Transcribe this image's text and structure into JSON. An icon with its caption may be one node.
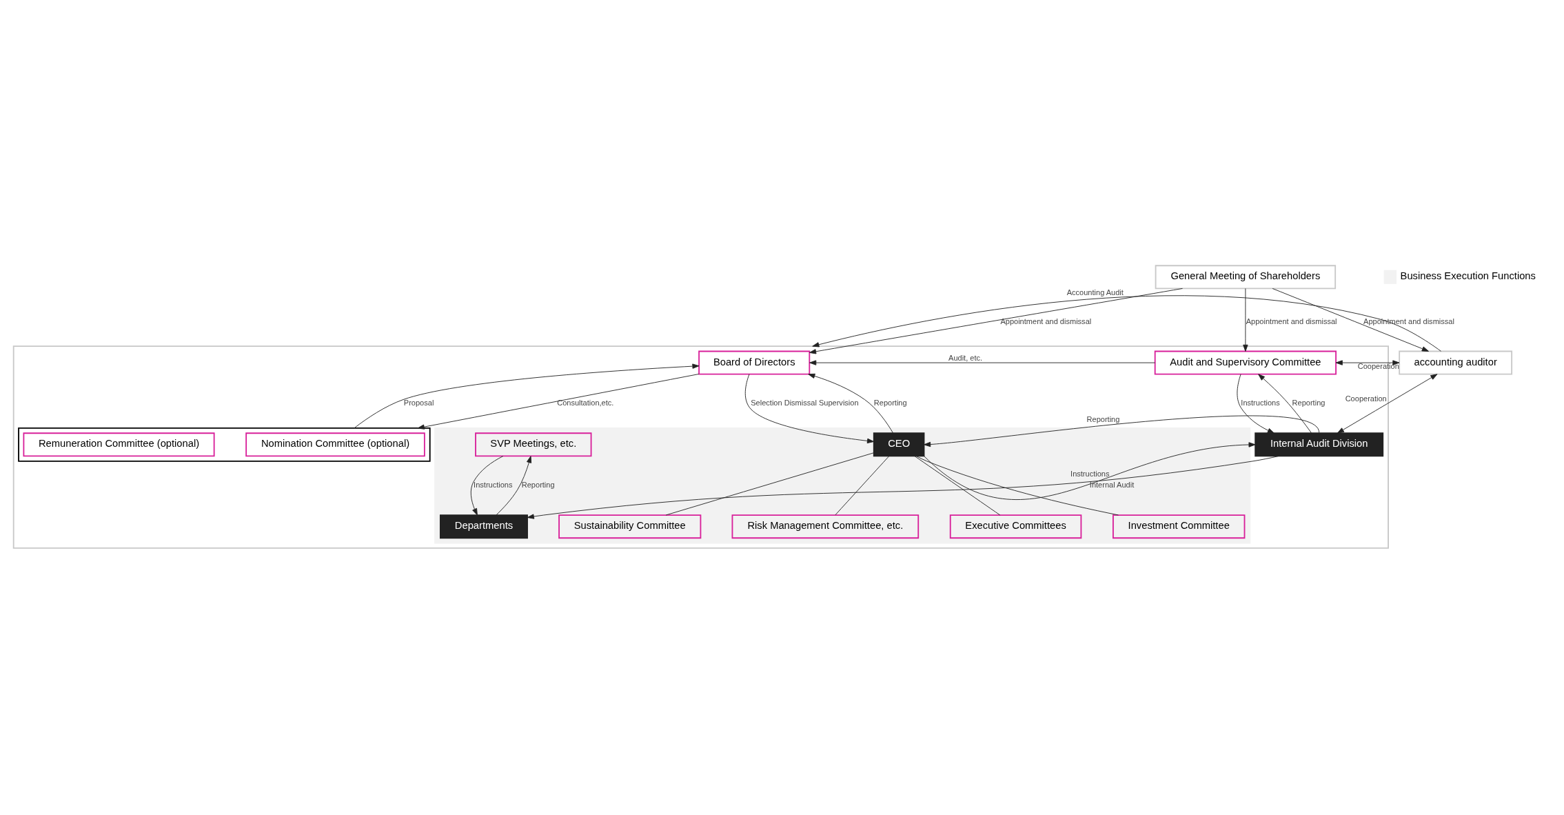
{
  "diagram": {
    "nodes": [
      {
        "text": [
          "General Meeting of Shareholders"
        ]
      },
      {
        "text": [],
        "shape": "box"
      },
      {
        "text": [
          "Board of Directors"
        ],
        "in": 1
      },
      {
        "text": [
          "Audit and Supervisory Committee"
        ],
        "in": 1
      },
      {
        "text": [],
        "shape": "box",
        "in": 1
      },
      {
        "text": [
          "Nomination Committee (optional)"
        ],
        "in": 4
      },
      {
        "text": [
          "Remuneration Committee (optional)"
        ],
        "in": 4
      },
      {
        "text": [],
        "shape": "box",
        "in": 1
      },
      {
        "text": [
          "Executive Committees"
        ],
        "in": 7
      },
      {
        "text": [
          "Investment Committee"
        ],
        "in": 7
      },
      {
        "text": [
          "Sustainability Committee"
        ],
        "in": 7
      },
      {
        "text": [
          "Risk Management Committee, etc."
        ],
        "in": 7
      },
      {
        "text": [
          "CEO"
        ],
        "in": 7
      },
      {
        "text": [
          "SVP Meetings, etc."
        ],
        "in": 7
      },
      {
        "text": [
          "Departments"
        ],
        "in": 7
      },
      {
        "text": [
          "Internal Audit Division"
        ],
        "in": 1
      },
      {
        "text": [
          "accounting auditor"
        ]
      }
    ],
    "edges": [
      {
        "from": 0,
        "to": 2,
        "arrow": "to",
        "label": "Appointment and dismissal"
      },
      {
        "from": 0,
        "to": 3,
        "arrow": "to",
        "label": "Appointment and dismissal"
      },
      {
        "from": 0,
        "to": 16,
        "arrow": "to",
        "label": "Appointment and dismissal"
      },
      {
        "from": 3,
        "to": 2,
        "arrow": "to",
        "label": "Audit, etc."
      },
      {
        "from": 3,
        "to": 16,
        "arrow": "both",
        "label": "Cooperation"
      },
      {
        "from": 4,
        "to": 2,
        "arrow": "to",
        "label": "Proposal"
      },
      {
        "from": 2,
        "to": 4,
        "arrow": "to",
        "label": "Consultation,etc."
      },
      {
        "from": 2,
        "to": 12,
        "arrow": "to",
        "label": "Selection Dismissal Supervision"
      },
      {
        "from": 12,
        "to": 2,
        "arrow": "to",
        "label": "Reporting"
      },
      {
        "from": 3,
        "to": 15,
        "arrow": "to",
        "label": "Instructions"
      },
      {
        "from": 15,
        "to": 3,
        "arrow": "to",
        "label": "Reporting"
      },
      {
        "from": 15,
        "to": 12,
        "arrow": "to",
        "label": "Reporting"
      },
      {
        "from": 12,
        "to": 15,
        "arrow": "to",
        "label": "Instructions"
      },
      {
        "from": 15,
        "to": 16,
        "arrow": "both",
        "label": "Cooperation"
      },
      {
        "from": 16,
        "to": 1,
        "arrow": "to",
        "label": "Accounting Audit"
      },
      {
        "from": 13,
        "to": 14,
        "arrow": "to",
        "label": "Instructions"
      },
      {
        "from": 14,
        "to": 13,
        "arrow": "to",
        "label": "Reporting"
      },
      {
        "from": 15,
        "to": 14,
        "arrow": "to",
        "label": "Internal Audit"
      },
      {
        "from": 12,
        "to": 8,
        "arrow": "none"
      },
      {
        "from": 12,
        "to": 9,
        "arrow": "none"
      },
      {
        "from": 12,
        "to": 10,
        "arrow": "none"
      },
      {
        "from": 12,
        "to": 11,
        "arrow": "none"
      }
    ],
    "legend": [
      {
        "text": "Business Execution Functions",
        "color": "#f2f2f2"
      }
    ]
  }
}
